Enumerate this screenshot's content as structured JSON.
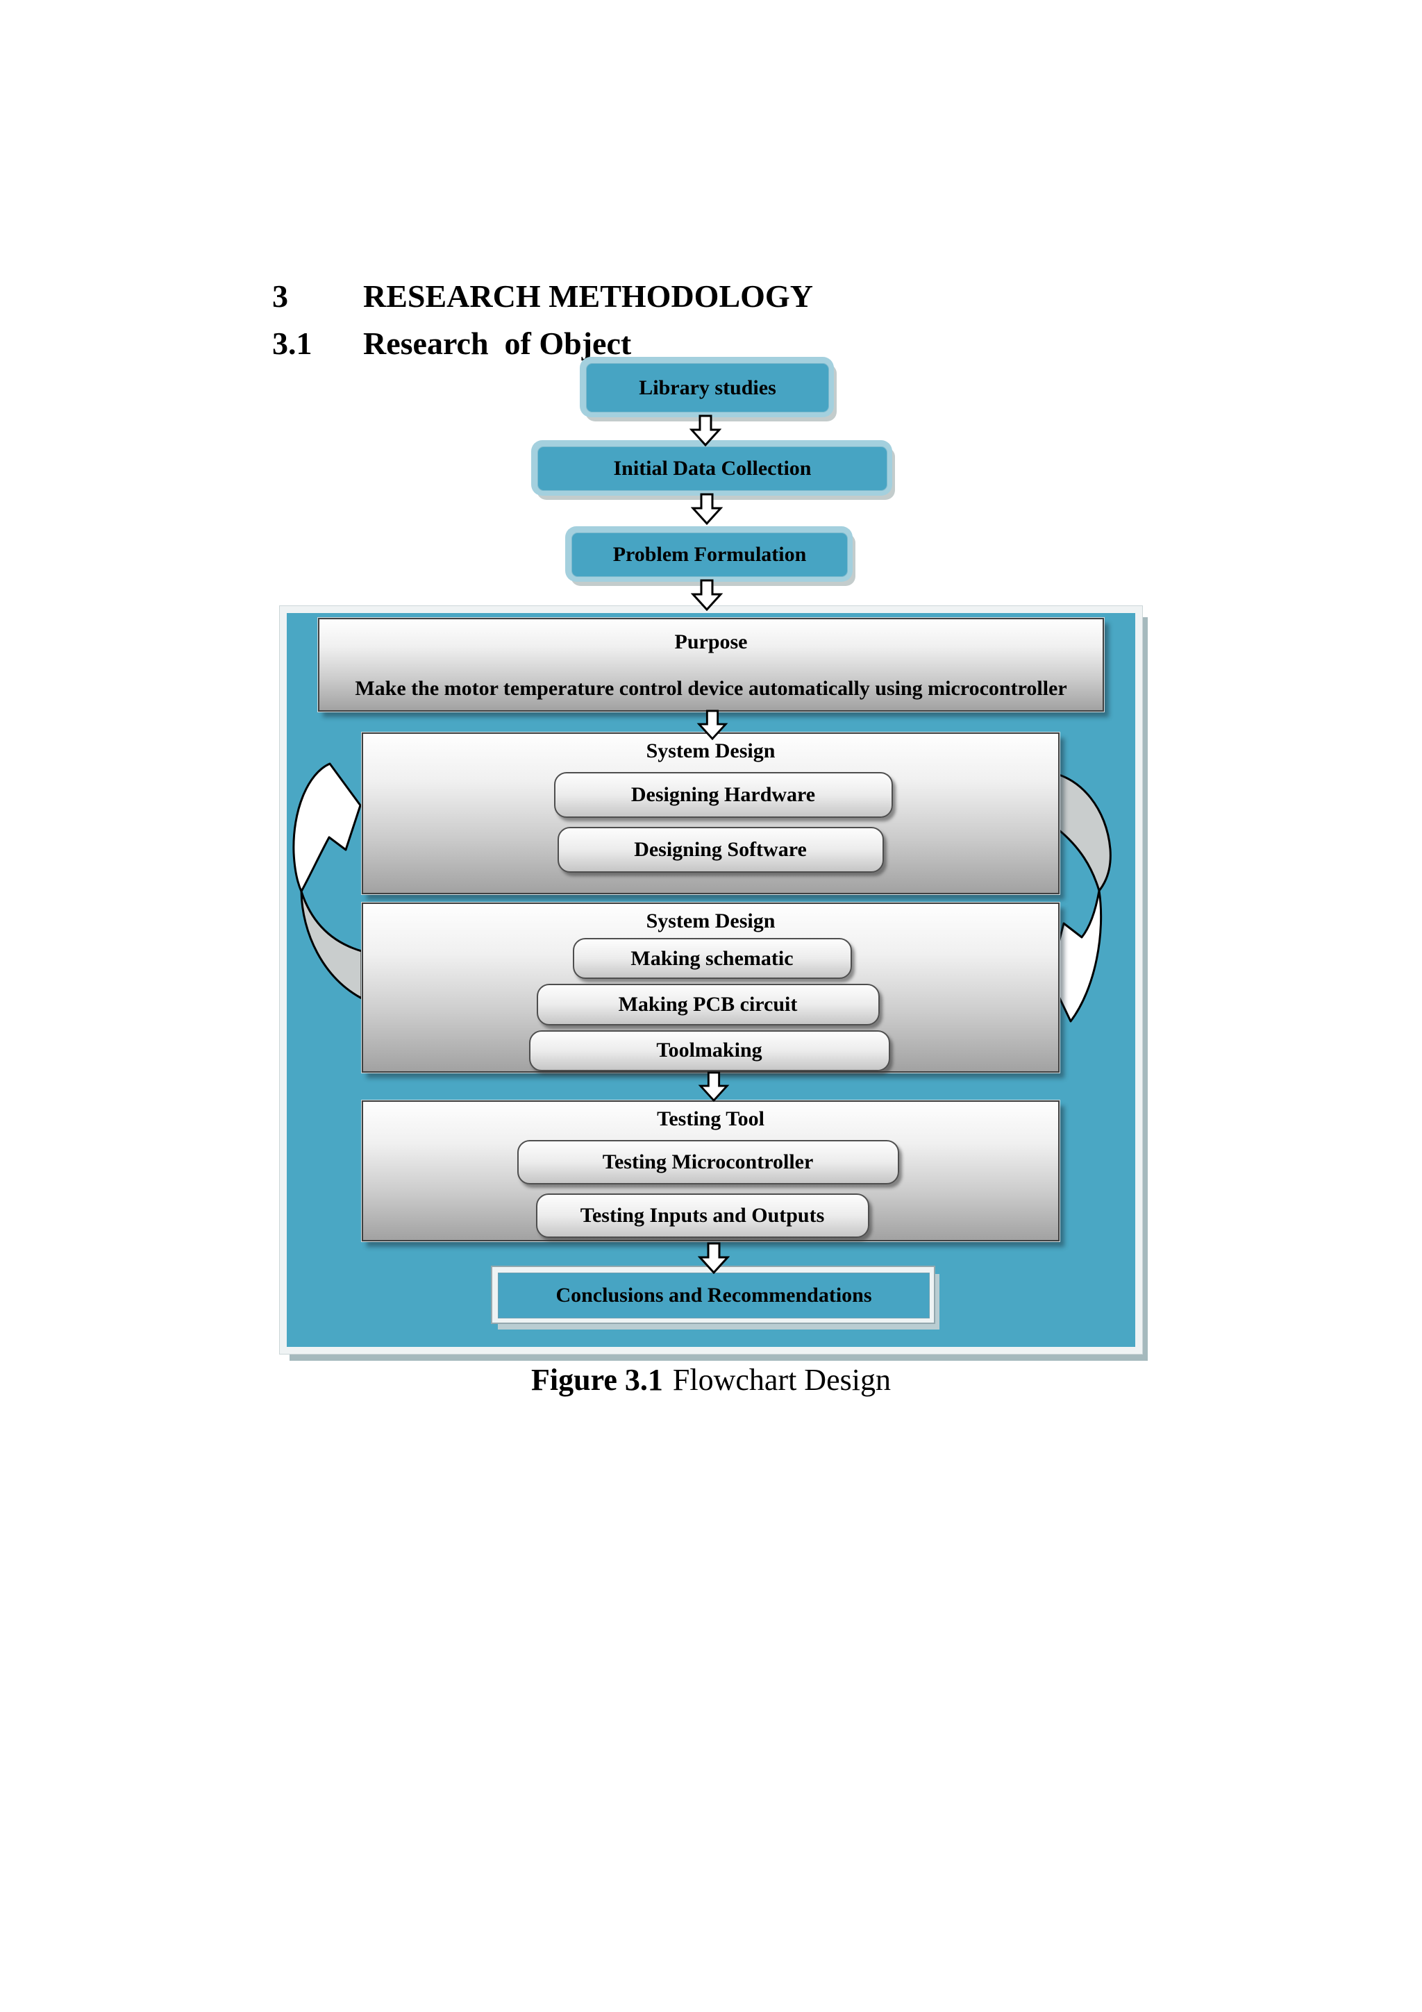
{
  "document": {
    "section": {
      "number": "3",
      "title": "RESEARCH METHODOLOGY"
    },
    "subsection": {
      "number": "3.1",
      "title": "Research  of Object"
    },
    "figure_caption": {
      "label": "Figure 3.1",
      "text": "Flowchart Design"
    }
  },
  "flowchart": {
    "pre_steps": [
      {
        "label": "Library studies"
      },
      {
        "label": "Initial Data Collection"
      },
      {
        "label": "Problem Formulation"
      }
    ],
    "purpose": {
      "title": "Purpose",
      "description": "Make the motor temperature control device automatically using microcontroller"
    },
    "stages": [
      {
        "title": "System Design",
        "items": [
          {
            "label": "Designing Hardware"
          },
          {
            "label": "Designing Software"
          }
        ]
      },
      {
        "title": "System Design",
        "items": [
          {
            "label": "Making schematic"
          },
          {
            "label": "Making PCB circuit"
          },
          {
            "label": "Toolmaking"
          }
        ]
      },
      {
        "title": "Testing Tool",
        "items": [
          {
            "label": "Testing Microcontroller"
          },
          {
            "label": "Testing Inputs and Outputs"
          }
        ]
      }
    ],
    "final_step": {
      "label": "Conclusions and Recommendations"
    },
    "colors": {
      "panel_teal": "#4aa7c4",
      "step_box_fill": "#47a4c3",
      "step_box_rim": "#a4d0de",
      "gradient_box_top": "#fefefe",
      "gradient_box_bottom": "#a2a2a2",
      "arrow_fill": "#ffffff",
      "arrow_outline": "#000000",
      "cycle_arrow_gray": "#c9cdcd"
    }
  }
}
